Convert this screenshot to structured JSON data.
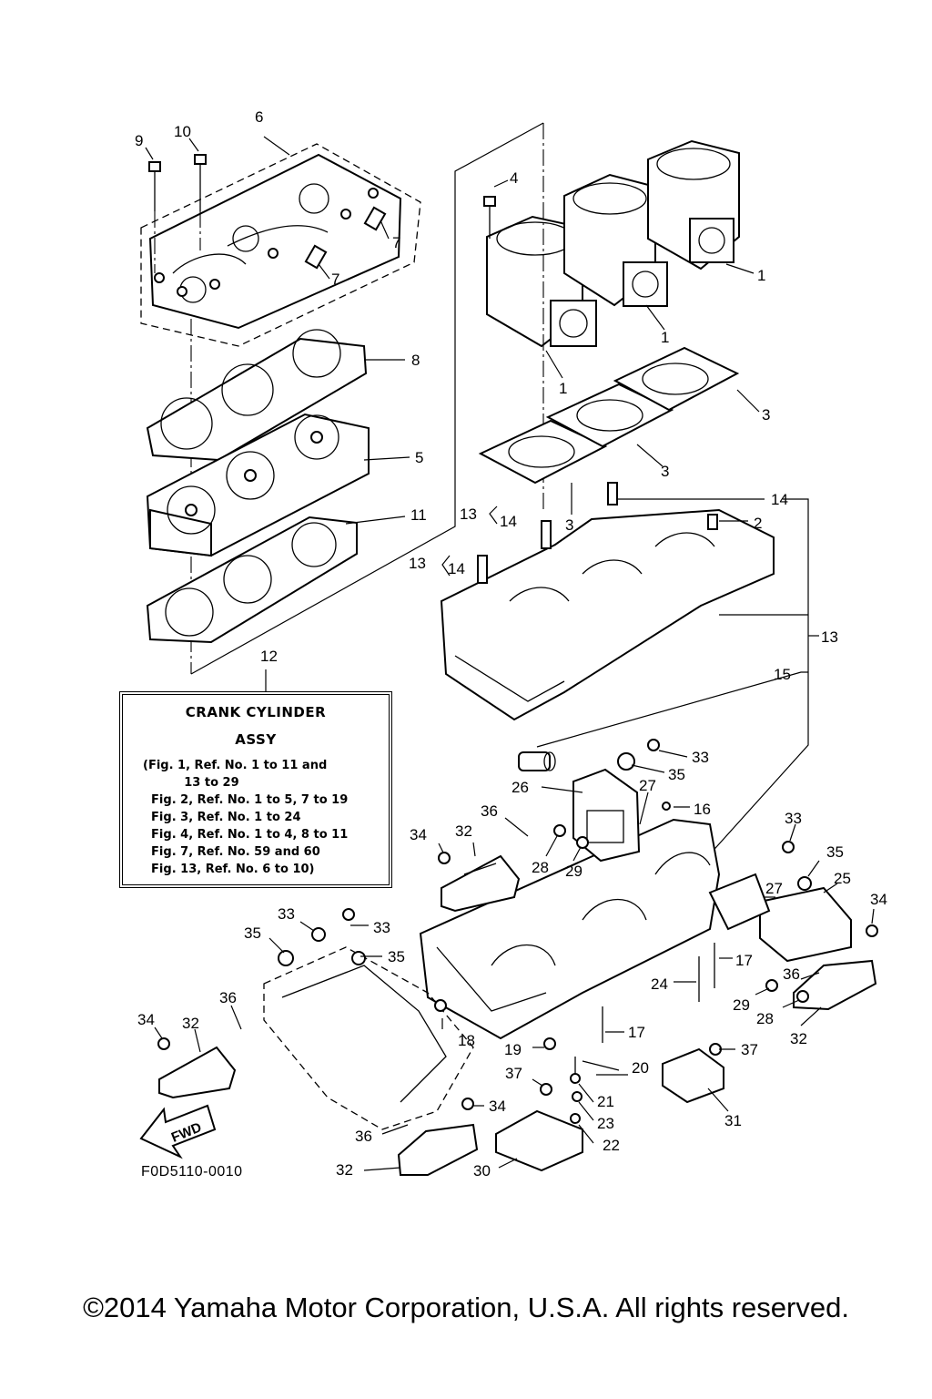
{
  "callouts": {
    "c1a": "1",
    "c1b": "1",
    "c1c": "1",
    "c2": "2",
    "c3a": "3",
    "c3b": "3",
    "c3c": "3",
    "c4": "4",
    "c5": "5",
    "c6": "6",
    "c7a": "7",
    "c7b": "7",
    "c8": "8",
    "c9": "9",
    "c10": "10",
    "c11": "11",
    "c12": "12",
    "c13a": "13",
    "c13b": "13",
    "c13c": "13",
    "c14a": "14",
    "c14b": "14",
    "c14c": "14",
    "c15": "15",
    "c16": "16",
    "c17a": "17",
    "c17b": "17",
    "c18": "18",
    "c19": "19",
    "c20": "20",
    "c21": "21",
    "c22": "22",
    "c23": "23",
    "c24": "24",
    "c25": "25",
    "c26": "26",
    "c27a": "27",
    "c27b": "27",
    "c28a": "28",
    "c28b": "28",
    "c29a": "29",
    "c29b": "29",
    "c30": "30",
    "c31": "31",
    "c32a": "32",
    "c32b": "32",
    "c32c": "32",
    "c32d": "32",
    "c33a": "33",
    "c33b": "33",
    "c33c": "33",
    "c33d": "33",
    "c34a": "34",
    "c34b": "34",
    "c34c": "34",
    "c34d": "34",
    "c35a": "35",
    "c35b": "35",
    "c35c": "35",
    "c35d": "35",
    "c36a": "36",
    "c36b": "36",
    "c36c": "36",
    "c36d": "36",
    "c37a": "37",
    "c37b": "37"
  },
  "assy_box": {
    "title": "CRANK  CYLINDER",
    "subtitle": "ASSY",
    "lines": [
      "(Fig. 1, Ref. No. 1 to 11 and",
      "          13 to 29",
      "  Fig. 2, Ref. No. 1 to 5, 7 to 19",
      "  Fig. 3, Ref. No. 1 to 24",
      "  Fig. 4, Ref. No. 1 to 4, 8 to 11",
      "  Fig. 7, Ref. No. 59 and 60",
      "  Fig. 13, Ref. No. 6 to 10)"
    ]
  },
  "fwd_label": "FWD",
  "figure_code": "F0D5110-0010",
  "copyright": "©2014 Yamaha Motor Corporation, U.S.A. All rights reserved."
}
